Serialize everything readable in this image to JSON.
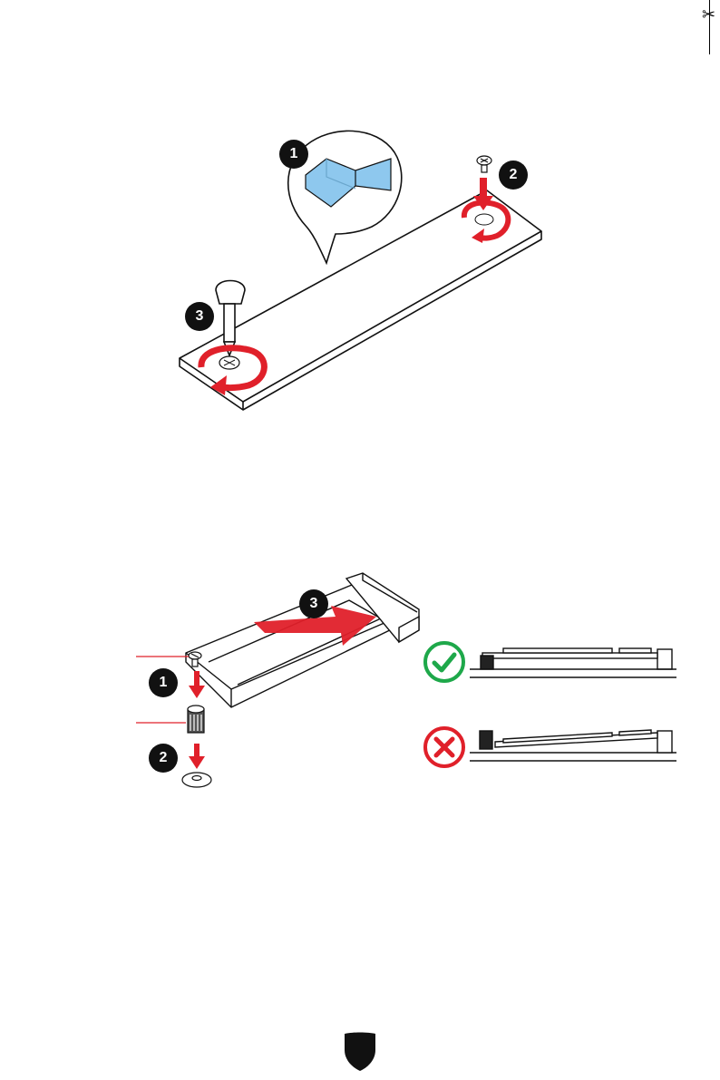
{
  "page": {
    "number": "",
    "brand_mark": "shield-logo"
  },
  "figure1": {
    "steps": [
      "1",
      "2",
      "3"
    ]
  },
  "figure2": {
    "steps": [
      "1",
      "2",
      "3"
    ],
    "status": {
      "correct": "check-icon",
      "incorrect": "cross-icon"
    }
  },
  "colors": {
    "accent_red": "#e0202a",
    "badge_black": "#111111",
    "ok_green": "#1ea84a",
    "bad_red": "#e0202a",
    "pad_blue": "#8ec8ee"
  }
}
